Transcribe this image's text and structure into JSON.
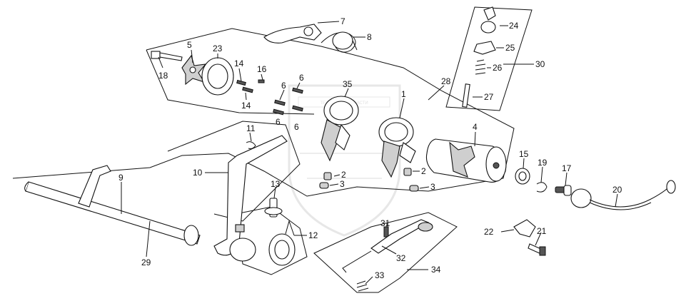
{
  "diagram": {
    "watermark_text": "ТЕХНИКА И ЗАПЧАСТИ",
    "callouts": {
      "c1": "1",
      "c2a": "2",
      "c2b": "2",
      "c3a": "3",
      "c3b": "3",
      "c4": "4",
      "c5": "5",
      "c6a": "6",
      "c6b": "6",
      "c6c": "6",
      "c6d": "6",
      "c7": "7",
      "c8": "8",
      "c9": "9",
      "c10": "10",
      "c11": "11",
      "c12": "12",
      "c13": "13",
      "c14a": "14",
      "c14b": "14",
      "c15": "15",
      "c16": "16",
      "c17": "17",
      "c18": "18",
      "c19": "19",
      "c20": "20",
      "c21": "21",
      "c22": "22",
      "c23": "23",
      "c24": "24",
      "c25": "25",
      "c26": "26",
      "c27": "27",
      "c28": "28",
      "c29": "29",
      "c30": "30",
      "c31": "31",
      "c32": "32",
      "c33": "33",
      "c34": "34",
      "c35": "35"
    }
  }
}
